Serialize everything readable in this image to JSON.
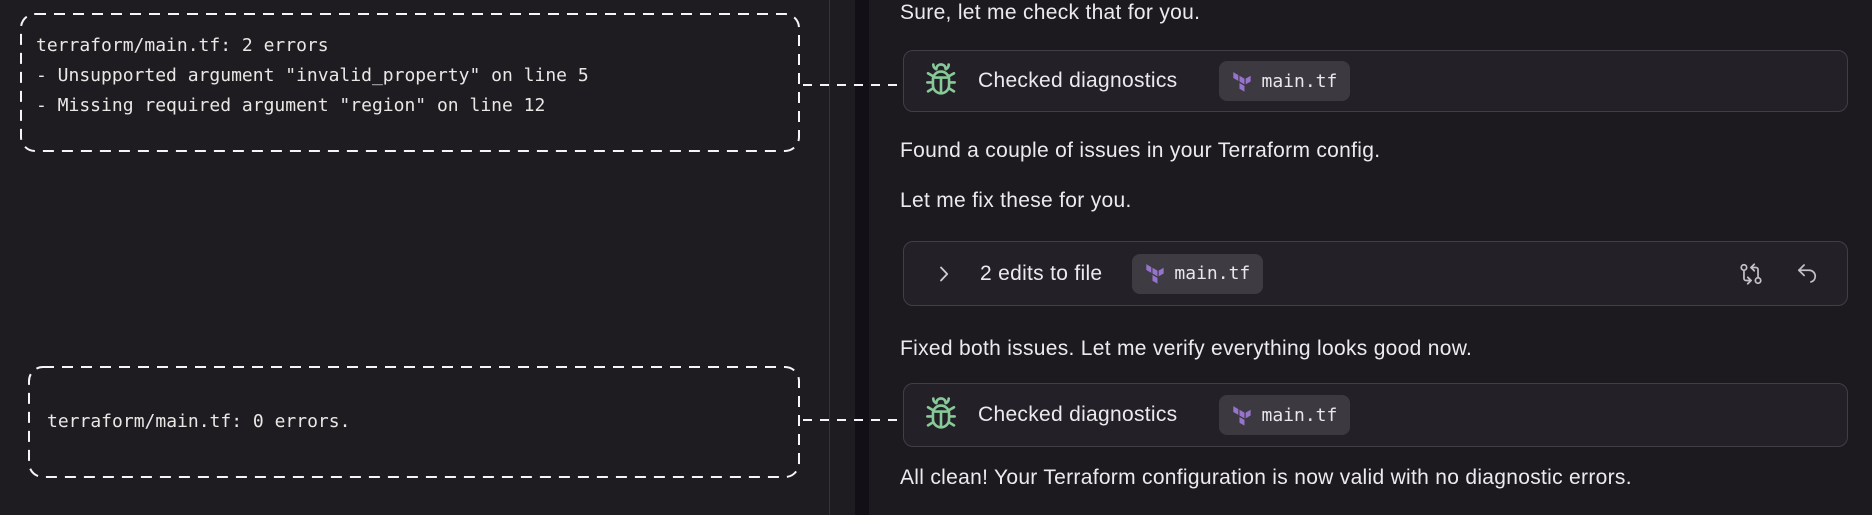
{
  "left_panel": {
    "runs": [
      {
        "lines": [
          "terraform/main.tf: 2 errors",
          "- Unsupported argument \"invalid_property\" on line 5",
          "- Missing required argument \"region\" on line 12"
        ]
      },
      {
        "lines": [
          "terraform/main.tf: 0 errors."
        ]
      }
    ]
  },
  "chat": {
    "messages": [
      "Sure, let me check that for you.",
      "Found a couple of issues in your Terraform config.",
      "Let me fix these for you.",
      "Fixed both issues. Let me verify everything looks good now.",
      "All clean! Your Terraform configuration is now valid with no diagnostic errors."
    ],
    "cards": [
      {
        "label": "Checked diagnostics",
        "file": "main.tf",
        "icon": "bug-icon"
      },
      {
        "label": "2 edits to file",
        "file": "main.tf",
        "icon": "chevron-right-icon",
        "actions": [
          "review-diff-icon",
          "undo-icon"
        ]
      },
      {
        "label": "Checked diagnostics",
        "file": "main.tf",
        "icon": "bug-icon"
      }
    ]
  },
  "colors": {
    "left_pane_bg": "#1e1c21",
    "right_pane_bg": "#1c1a1f",
    "divider": "#121016",
    "card_bg": "#232127",
    "card_border": "#413e46",
    "badge_bg": "#3c3941",
    "terraform_purple": "#9673cc",
    "bug_green": "#87c999",
    "text": "#eceaee",
    "dash": "#f5f4f6"
  }
}
